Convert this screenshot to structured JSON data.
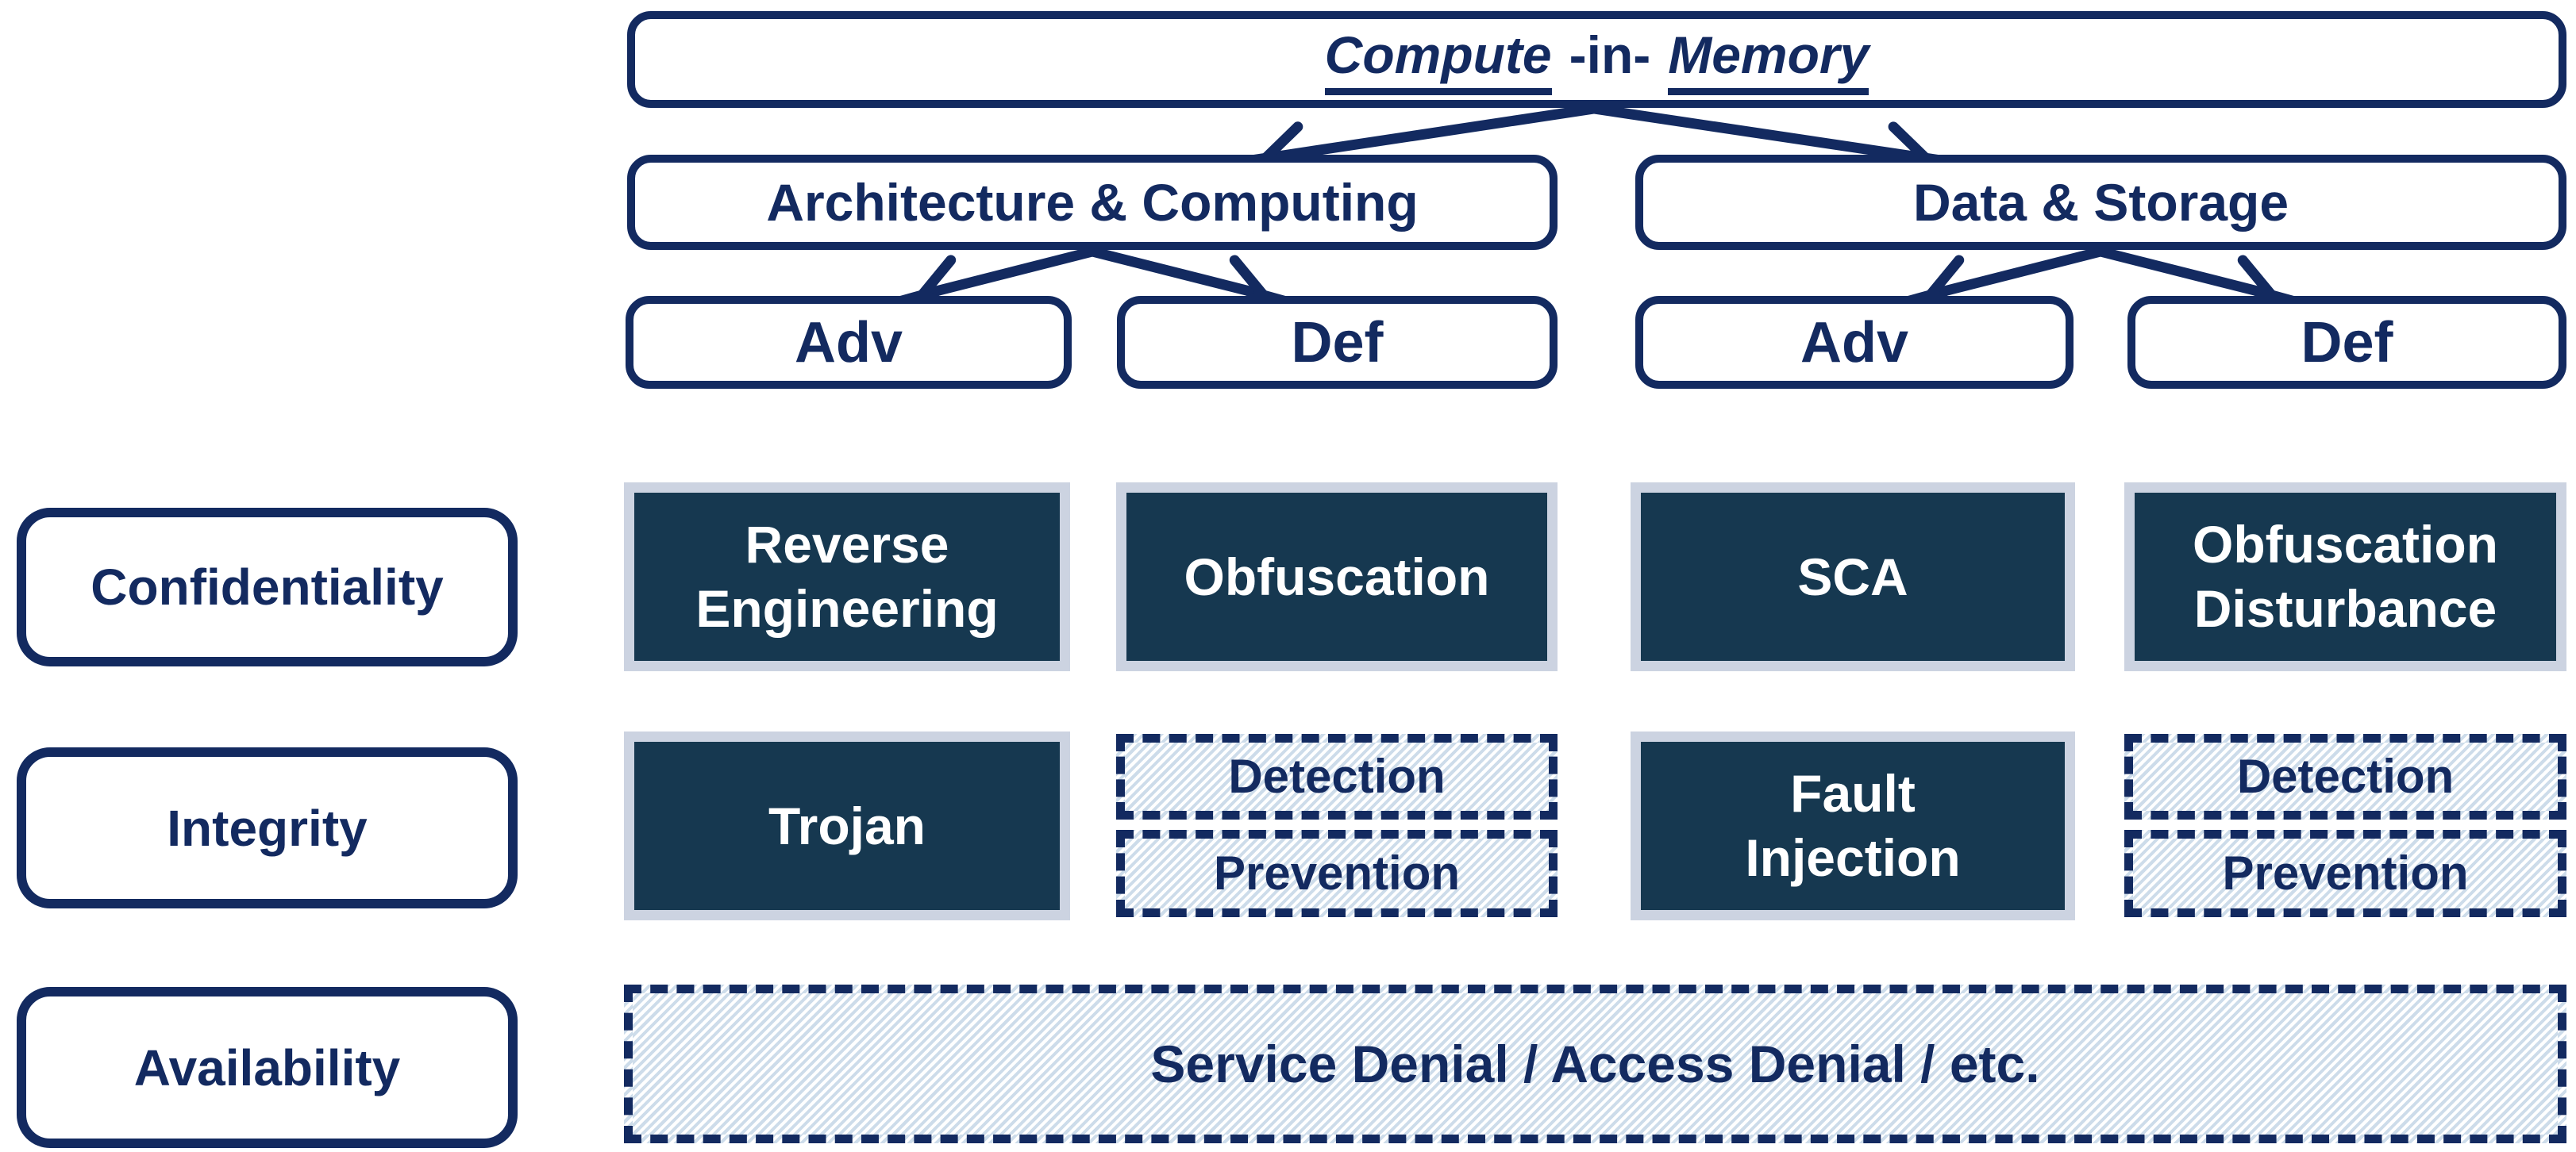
{
  "palette": {
    "navy": "#132a60",
    "dark_cell_fill": "#163850",
    "dark_cell_border": "#ccd3e1",
    "hatch_stripe": "#cddcea",
    "background": "#ffffff",
    "cell_text_on_dark": "#ffffff"
  },
  "tree": {
    "root": {
      "part1": "Compute",
      "part2": "-in-",
      "part3": "Memory"
    },
    "branches": [
      {
        "label": "Architecture & Computing",
        "children": [
          "Adv",
          "Def"
        ]
      },
      {
        "label": "Data & Storage",
        "children": [
          "Adv",
          "Def"
        ]
      }
    ]
  },
  "categories": [
    "Confidentiality",
    "Integrity",
    "Availability"
  ],
  "matrix": {
    "confidentiality": {
      "cells": [
        {
          "lines": [
            "Reverse",
            "Engineering"
          ],
          "variant": "solid"
        },
        {
          "lines": [
            "Obfuscation"
          ],
          "variant": "solid"
        },
        {
          "lines": [
            "SCA"
          ],
          "variant": "solid"
        },
        {
          "lines": [
            "Obfuscation",
            "Disturbance"
          ],
          "variant": "solid"
        }
      ]
    },
    "integrity": {
      "adv_architecture": {
        "lines": [
          "Trojan"
        ],
        "variant": "solid"
      },
      "def_architecture": {
        "variant": "dashed-stack",
        "stack": [
          {
            "lines": [
              "Detection"
            ]
          },
          {
            "lines": [
              "Prevention"
            ]
          }
        ]
      },
      "adv_data": {
        "lines": [
          "Fault",
          "Injection"
        ],
        "variant": "solid"
      },
      "def_data": {
        "variant": "dashed-stack",
        "stack": [
          {
            "lines": [
              "Detection"
            ]
          },
          {
            "lines": [
              "Prevention"
            ]
          }
        ]
      }
    },
    "availability": {
      "wide": {
        "lines": [
          "Service Denial / Access Denial / etc."
        ],
        "variant": "dashed"
      }
    }
  }
}
